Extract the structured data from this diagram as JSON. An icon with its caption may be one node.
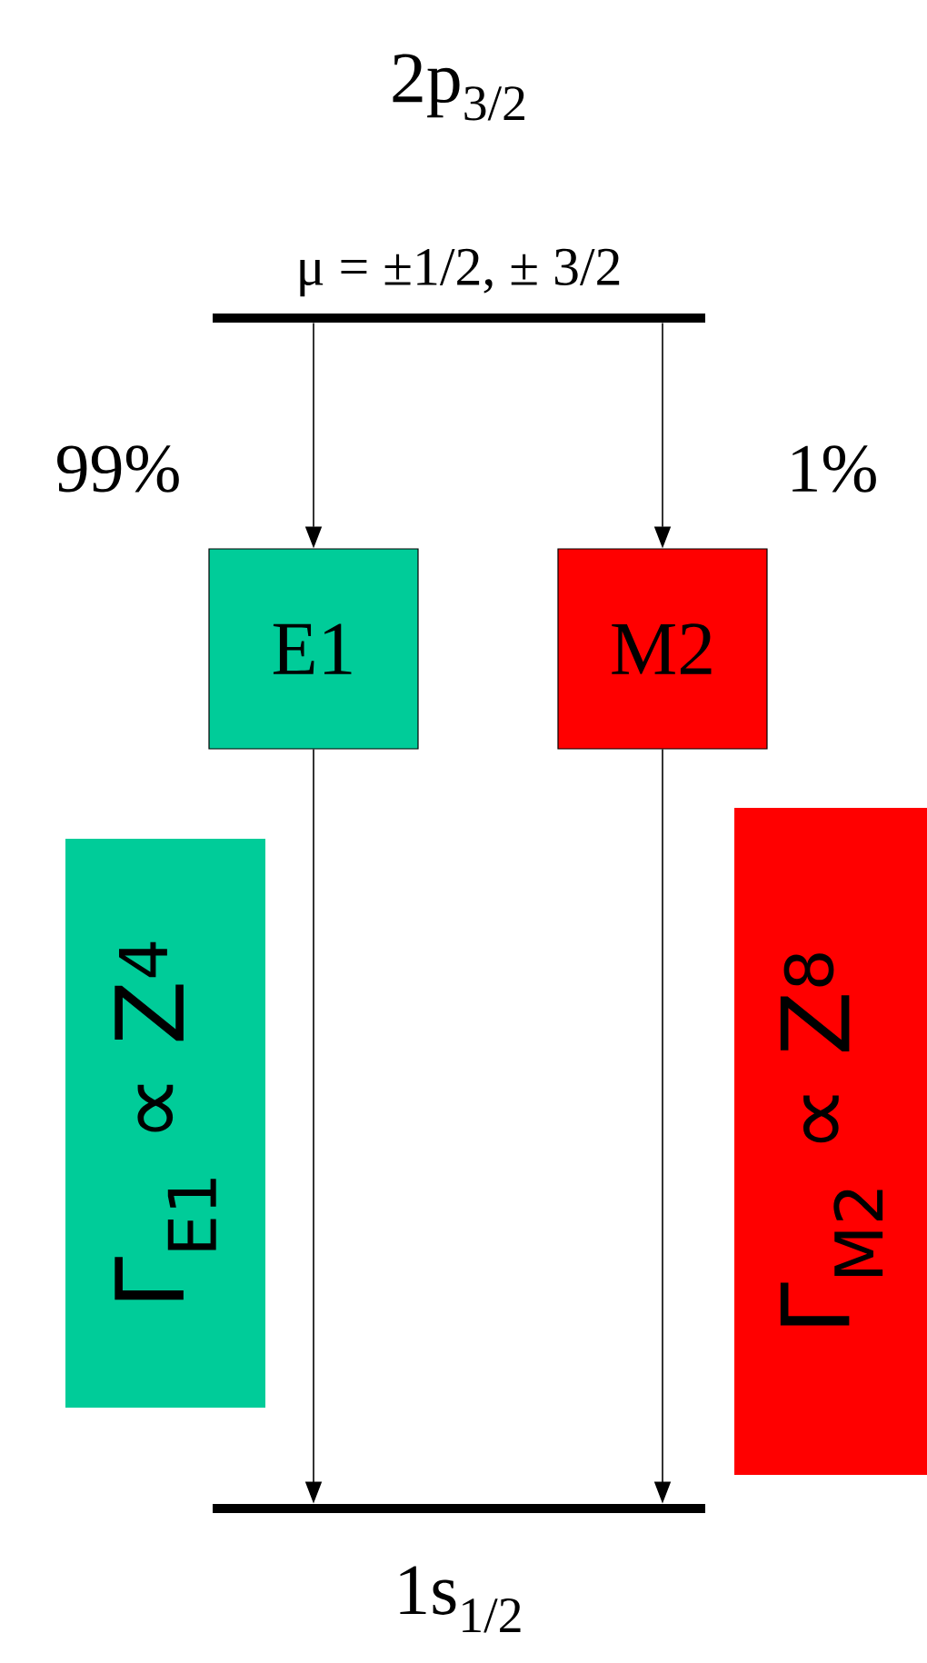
{
  "diagram": {
    "nodes": [
      {
        "text": [
          "2p$_{3/2}$",
          "μ = ±1/2, ± 3/2"
        ]
      },
      {
        "text": [
          "E1"
        ]
      },
      {
        "text": [
          "M2"
        ]
      },
      {
        "text": [
          "1s$_{1/2}$"
        ]
      },
      {
        "text": [
          "Γ$_{E1}$ ∝ Z$^{4}$"
        ]
      },
      {
        "text": [
          "Γ$_{M2}$ ∝ Z$^{8}$"
        ]
      }
    ],
    "edges": [
      {
        "from": 0,
        "to": 1,
        "arrow": "to",
        "label": "99%"
      },
      {
        "from": 0,
        "to": 2,
        "arrow": "to",
        "label": "1%"
      },
      {
        "from": 1,
        "to": 3,
        "arrow": "to"
      },
      {
        "from": 2,
        "to": 3,
        "arrow": "to"
      }
    ]
  }
}
